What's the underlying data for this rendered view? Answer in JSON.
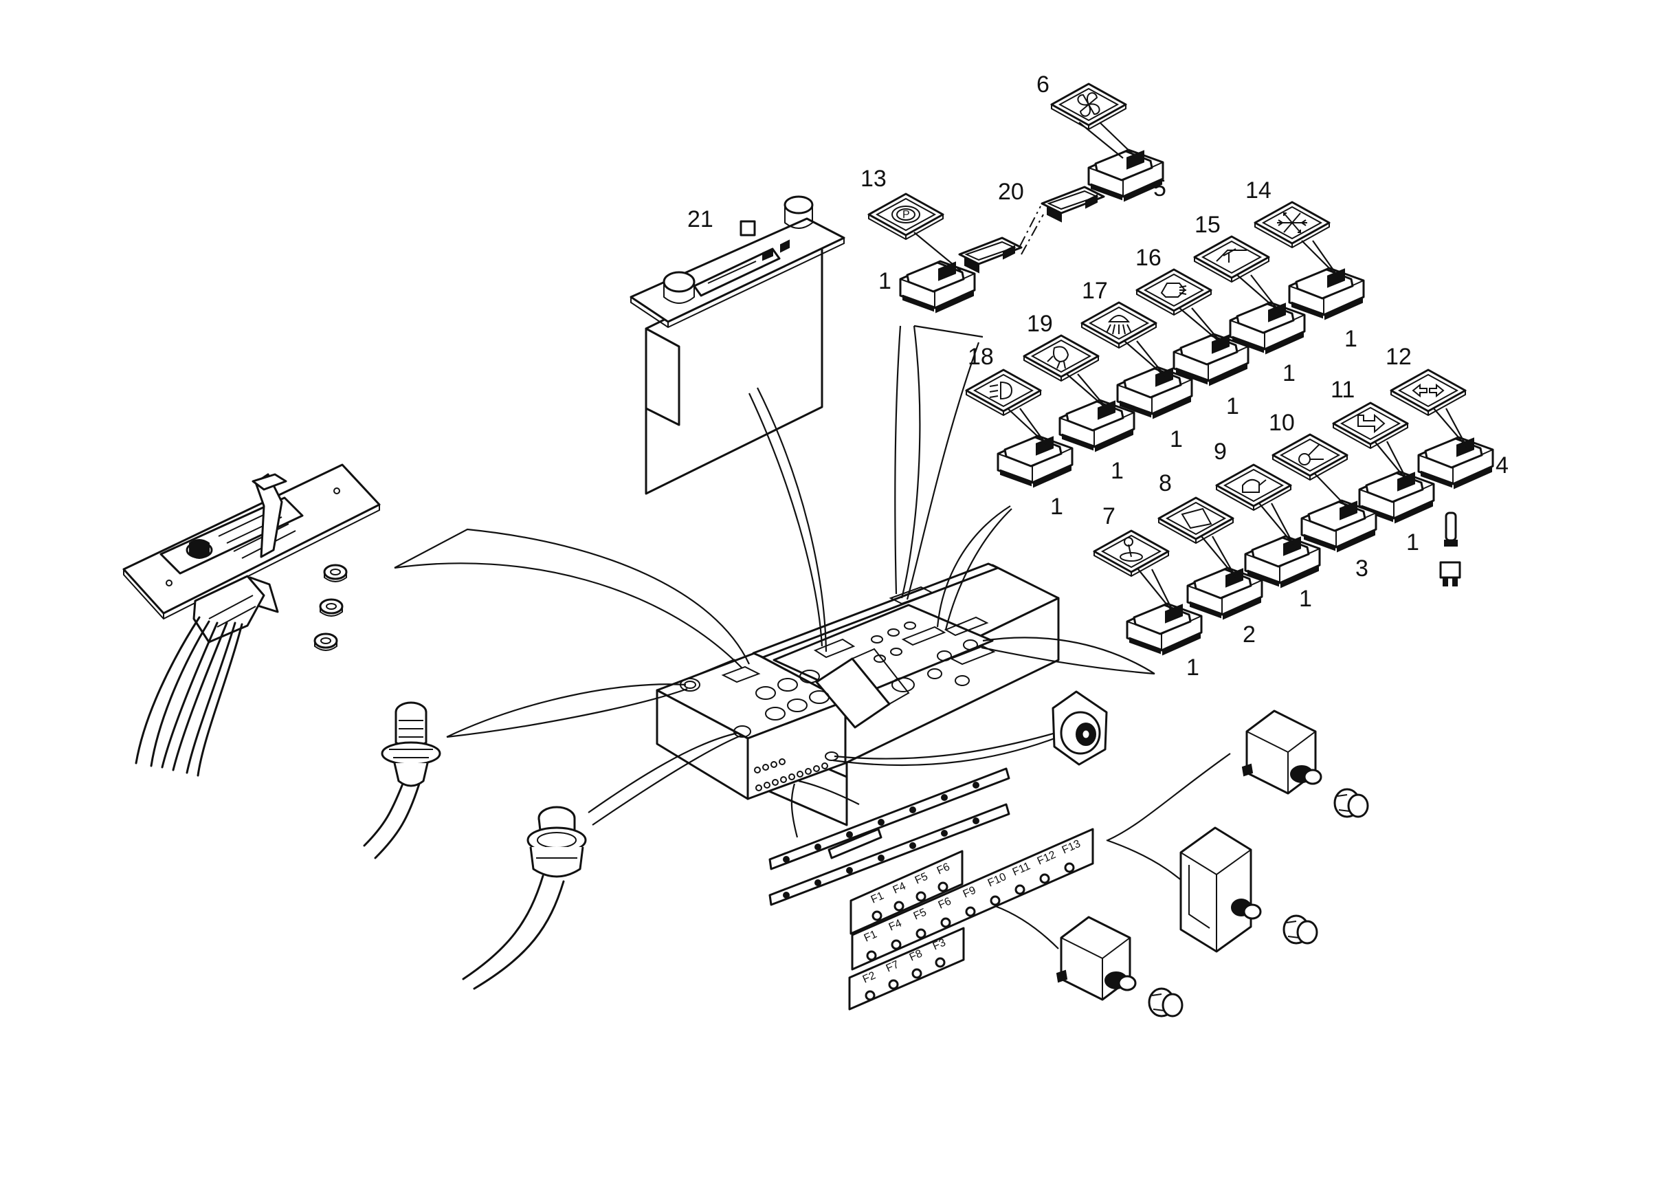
{
  "callouts": [
    {
      "id": "6",
      "text": "6"
    },
    {
      "id": "5",
      "text": "5"
    },
    {
      "id": "13",
      "text": "13"
    },
    {
      "id": "20",
      "text": "20"
    },
    {
      "id": "14",
      "text": "14"
    },
    {
      "id": "21",
      "text": "21"
    },
    {
      "id": "15",
      "text": "15"
    },
    {
      "id": "16",
      "text": "16"
    },
    {
      "id": "17",
      "text": "17"
    },
    {
      "id": "19",
      "text": "19"
    },
    {
      "id": "18",
      "text": "18"
    },
    {
      "id": "12",
      "text": "12"
    },
    {
      "id": "11",
      "text": "11"
    },
    {
      "id": "10",
      "text": "10"
    },
    {
      "id": "9",
      "text": "9"
    },
    {
      "id": "8",
      "text": "8"
    },
    {
      "id": "7",
      "text": "7"
    },
    {
      "id": "4",
      "text": "4"
    },
    {
      "id": "3",
      "text": "3"
    },
    {
      "id": "2",
      "text": "2"
    },
    {
      "id": "1a",
      "text": "1"
    },
    {
      "id": "1b",
      "text": "1"
    },
    {
      "id": "1c",
      "text": "1"
    },
    {
      "id": "1d",
      "text": "1"
    },
    {
      "id": "1e",
      "text": "1"
    },
    {
      "id": "1f",
      "text": "1"
    },
    {
      "id": "1g",
      "text": "1"
    },
    {
      "id": "1h",
      "text": "1"
    },
    {
      "id": "1i",
      "text": "1"
    },
    {
      "id": "1j",
      "text": "1"
    }
  ],
  "fuse_labels": {
    "strip_a": [
      "F1",
      "F4",
      "F5",
      "F6"
    ],
    "strip_b": [
      "F1",
      "F4",
      "F5",
      "F6",
      "F9",
      "F10",
      "F11",
      "F12",
      "F13"
    ],
    "strip_c": [
      "F2",
      "F7",
      "F8",
      "F3"
    ]
  },
  "icons": {
    "fan": "fan-icon",
    "parking": "parking-brake-icon",
    "snowflake": "air-conditioning-icon",
    "wiper": "rear-wiper-icon",
    "washer": "washer-icon",
    "worklight": "work-light-icon",
    "beacon": "beacon-icon",
    "headlamp": "headlamp-icon",
    "turn": "direction-arrow-icon",
    "hazard": "hazard-arrows-icon",
    "joystick": "joystick-icon",
    "gauge": "gauge-icon"
  },
  "colors": {
    "ink": "#111111",
    "paper": "#ffffff"
  }
}
